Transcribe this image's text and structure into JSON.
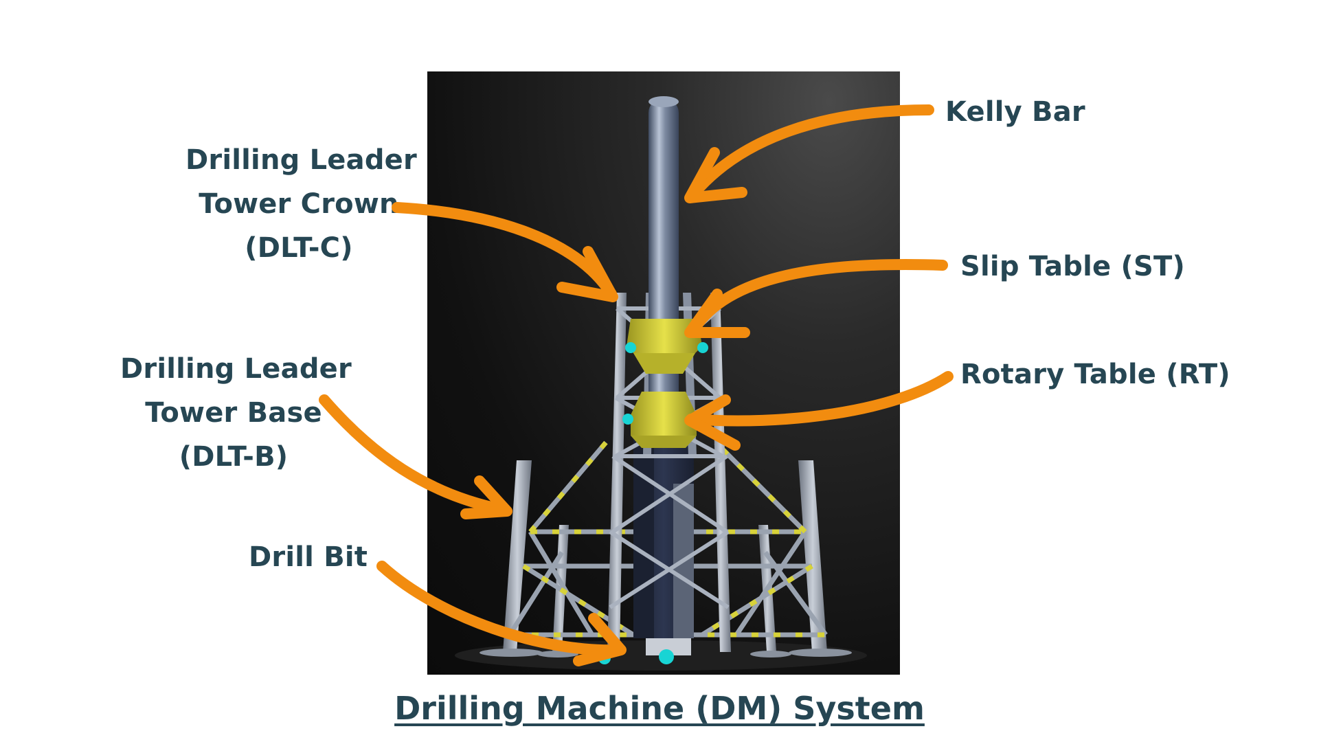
{
  "labels": {
    "kelly_bar": "Kelly Bar",
    "dlt_crown": [
      "Drilling Leader",
      "Tower Crown",
      "(DLT-C)"
    ],
    "slip_table": "Slip Table (ST)",
    "dlt_base": [
      "Drilling Leader",
      "Tower Base",
      "(DLT-B)"
    ],
    "rotary_table": "Rotary Table (RT)",
    "drill_bit": "Drill Bit"
  },
  "caption": "Drilling Machine (DM) System",
  "colors": {
    "label_text": "#264653",
    "arrow": "#F28C0F",
    "tower_steel": "#9aa3b0",
    "kelly_bar": "#6a7a92",
    "tables": "#d7d23a",
    "markers": "#18d4d4",
    "panel_bg": "#111111"
  }
}
